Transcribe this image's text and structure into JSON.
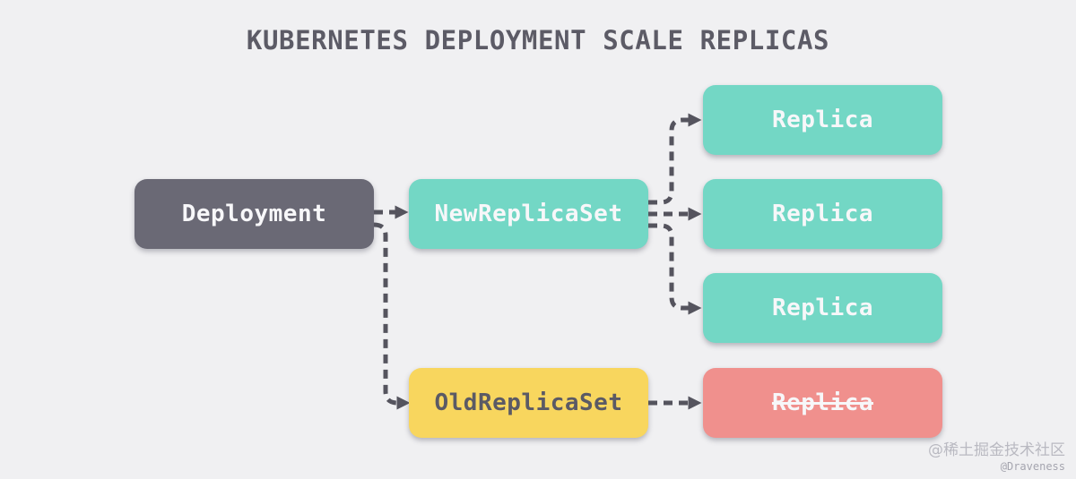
{
  "title": "KUBERNETES DEPLOYMENT SCALE REPLICAS",
  "nodes": {
    "deployment": {
      "label": "Deployment",
      "color": "#6a6975",
      "text_color": "#f7f7f9"
    },
    "new_replicaset": {
      "label": "NewReplicaSet",
      "color": "#73d7c5",
      "text_color": "#f7f7f9"
    },
    "old_replicaset": {
      "label": "OldReplicaSet",
      "color": "#f8d65e",
      "text_color": "#5b5a65"
    },
    "replica_top": {
      "label": "Replica",
      "color": "#73d7c5",
      "text_color": "#f7f7f9"
    },
    "replica_middle": {
      "label": "Replica",
      "color": "#73d7c5",
      "text_color": "#f7f7f9"
    },
    "replica_bottom": {
      "label": "Replica",
      "color": "#73d7c5",
      "text_color": "#f7f7f9"
    },
    "replica_old": {
      "label": "Replica",
      "color": "#f0908d",
      "text_color": "#f7f7f9",
      "strikethrough": true
    }
  },
  "edges": [
    {
      "from": "deployment",
      "to": "new_replicaset",
      "style": "dashed-arrow"
    },
    {
      "from": "deployment",
      "to": "old_replicaset",
      "style": "dashed-arrow"
    },
    {
      "from": "new_replicaset",
      "to": "replica_top",
      "style": "dashed-arrow"
    },
    {
      "from": "new_replicaset",
      "to": "replica_middle",
      "style": "dashed-arrow"
    },
    {
      "from": "new_replicaset",
      "to": "replica_bottom",
      "style": "dashed-arrow"
    },
    {
      "from": "old_replicaset",
      "to": "replica_old",
      "style": "dashed-arrow"
    }
  ],
  "watermark": {
    "community": "@稀土掘金技术社区",
    "author": "@Draveness"
  },
  "colors": {
    "background": "#f0f0f2",
    "arrow": "#55545e",
    "title": "#5c5b66"
  }
}
